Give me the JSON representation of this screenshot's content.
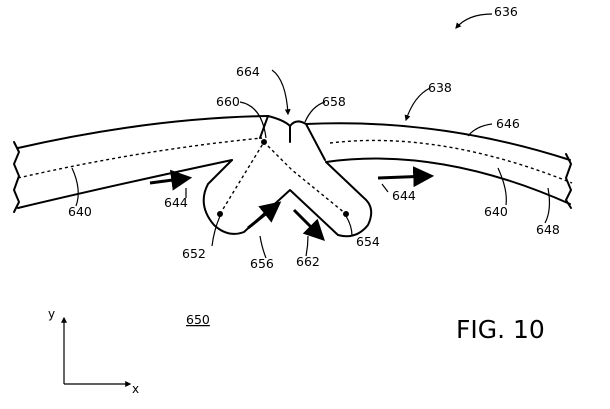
{
  "figure": {
    "caption": "FIG. 10",
    "assembly_label": "636",
    "region_label": "650",
    "axes": {
      "x": "x",
      "y": "y"
    },
    "labels": {
      "strip": "638",
      "layer_left": "640",
      "layer_right": "640",
      "flow_left": "644",
      "flow_right": "644",
      "edge": "646",
      "bottom_edge": "648",
      "left_end": "652",
      "right_end": "654",
      "in_flow": "656",
      "junction_right": "658",
      "junction_left": "660",
      "out_flow": "662",
      "apex": "664"
    }
  }
}
